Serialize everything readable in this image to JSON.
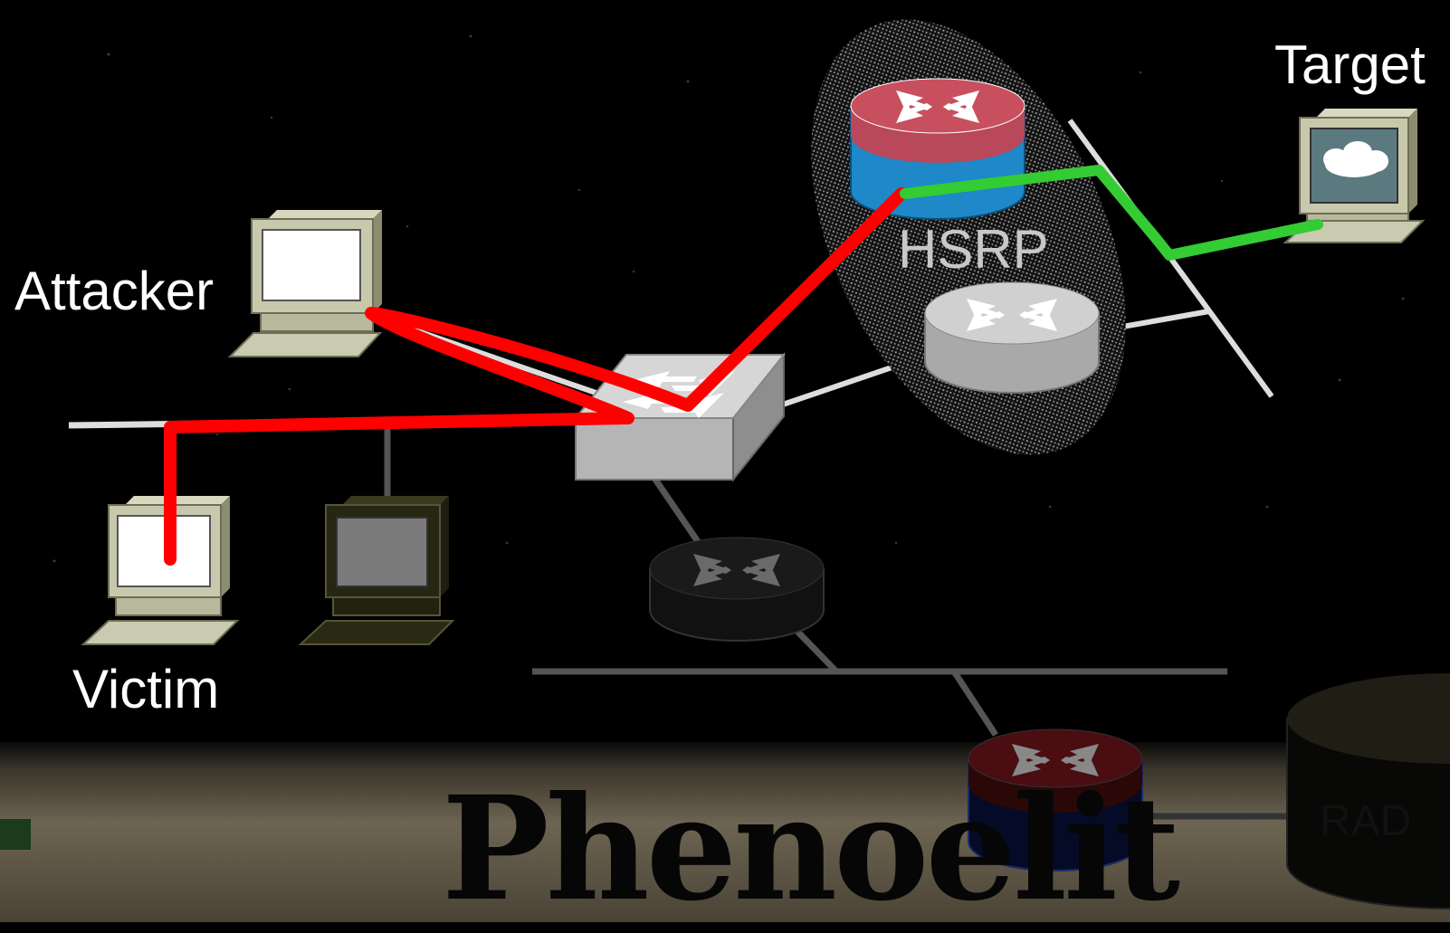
{
  "labels": {
    "target": "Target",
    "attacker": "Attacker",
    "victim": "Victim",
    "hsrp": "HSRP",
    "rad": "RAD",
    "banner": "Phenoelit"
  },
  "nodes": [
    {
      "id": "attacker-host",
      "kind": "workstation",
      "label": "Attacker"
    },
    {
      "id": "victim-host",
      "kind": "workstation",
      "label": "Victim"
    },
    {
      "id": "dark-host",
      "kind": "workstation"
    },
    {
      "id": "target-host",
      "kind": "workstation-cloud",
      "label": "Target"
    },
    {
      "id": "core-switch",
      "kind": "switch"
    },
    {
      "id": "hsrp-active-router",
      "kind": "router-firewall"
    },
    {
      "id": "hsrp-standby-router",
      "kind": "router"
    },
    {
      "id": "backbone-router",
      "kind": "router"
    },
    {
      "id": "edge-router",
      "kind": "router-firewall"
    },
    {
      "id": "rad-server",
      "kind": "database",
      "label": "RAD"
    }
  ],
  "groups": [
    {
      "id": "hsrp-group",
      "label": "HSRP",
      "members": [
        "hsrp-active-router",
        "hsrp-standby-router"
      ]
    }
  ],
  "paths": [
    {
      "id": "attack-path",
      "color": "#ff0000",
      "hops": [
        "victim-host",
        "core-switch",
        "attacker-host",
        "core-switch",
        "hsrp-active-router"
      ]
    },
    {
      "id": "legit-path",
      "color": "#33cc33",
      "hops": [
        "hsrp-active-router",
        "target-host"
      ]
    }
  ],
  "colors": {
    "background": "#000000",
    "attack": "#ff0000",
    "legit": "#33cc33",
    "link": "#dddddd",
    "dim_link": "#555555",
    "router_red": "#c8505e",
    "router_blue": "#1e88c8",
    "label": "#ffffff",
    "hsrp_label": "#c8c8c8"
  }
}
